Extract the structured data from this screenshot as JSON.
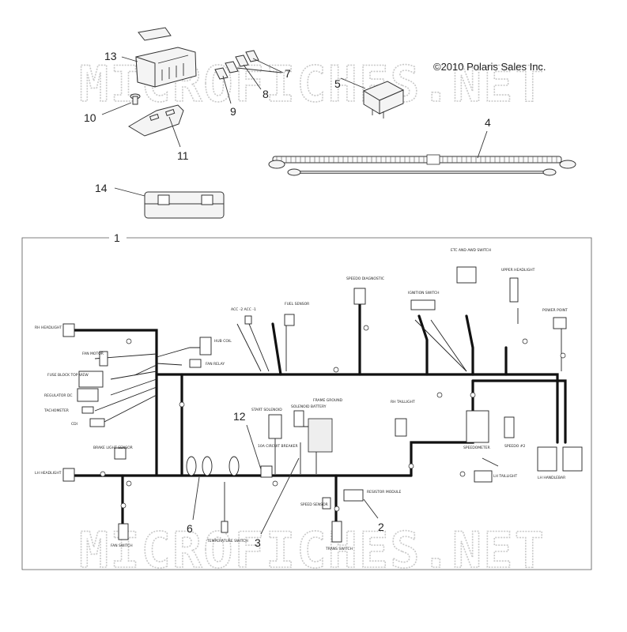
{
  "copyright": "©2010 Polaris Sales Inc.",
  "watermark": "MICROFICHES.NET",
  "callouts": [
    "1",
    "2",
    "3",
    "4",
    "5",
    "6",
    "7",
    "8",
    "9",
    "10",
    "11",
    "12",
    "13",
    "14"
  ],
  "labels": {
    "rh_headlight": "RH HEADLIGHT",
    "fan_motor": "FAN MOTOR",
    "fuse_block": "FUSE BLOCK TOP VIEW",
    "regulator": "REGULATOR DC",
    "tachometer": "TACHOMETER",
    "cdi": "CDI",
    "brake_light": "BRAKE LIGHT SENSOR",
    "lh_headlight": "LH HEADLIGHT",
    "fan_switch": "FAN SWITCH",
    "hub_coil": "HUB COIL",
    "fan_relay": "FAN RELAY",
    "acc": "ACC -2  ACC -1",
    "fuel_sensor": "FUEL SENSOR",
    "speedo_diag": "SPEEDO DIAGNOSTIC",
    "ignition": "IGNITION SWITCH",
    "etc_awd": "ETC AND AWD SWITCH",
    "upper_headlight": "UPPER HEADLIGHT",
    "power_point": "POWER POINT",
    "start_solenoid": "START SOLENOID",
    "solenoid_battery": "SOLENOID BATTERY",
    "frame_ground": "FRAME GROUND",
    "circuit_breaker": "10A CIRCUIT BREAKER",
    "rh_taillight": "RH TAILLIGHT",
    "speedometer": "SPEEDOMETER",
    "speedo_2": "SPEEDO #2",
    "lh_taillight": "LH TAILLIGHT",
    "lh_handlebar": "LH HANDLEBAR",
    "resistor_module": "RESISTOR MODULE",
    "speed_sensor": "SPEED SENSOR",
    "trans_switch": "TRANS SWITCH",
    "temp_switch": "TEMPERATURE SWITCH"
  }
}
